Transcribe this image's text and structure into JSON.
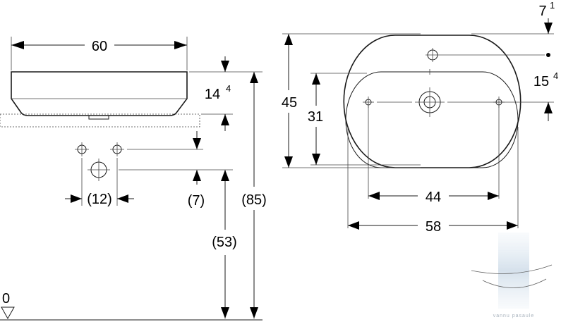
{
  "side_view": {
    "width": "60",
    "bowl_height": {
      "main": "14",
      "sup": "4"
    },
    "spacing": "(12)",
    "offset": "(7)",
    "floor_to_waste": "(53)",
    "floor_to_rim": "(85)",
    "floor_mark": "0"
  },
  "top_view": {
    "depth": "45",
    "inner_depth": "31",
    "rim_to_tap": {
      "main": "7",
      "sup": "1"
    },
    "tap_to_centre": {
      "main": "15",
      "sup": "4"
    },
    "fixing_spacing": "44",
    "overall_width": "58"
  },
  "watermark": {
    "text": "vannu pasaule",
    "color": "#c9d6e3"
  }
}
